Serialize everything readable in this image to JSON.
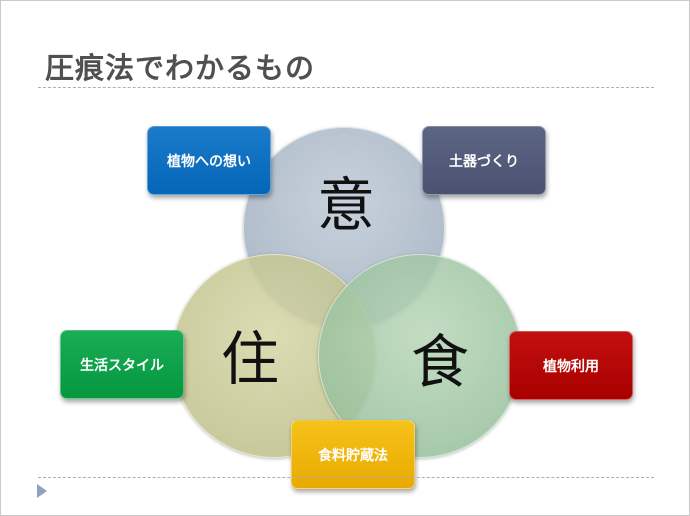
{
  "slide": {
    "title": "圧痕法でわかるもの"
  },
  "diagram": {
    "circles": [
      {
        "label": "意",
        "color": "#9fb0c2"
      },
      {
        "label": "住",
        "color": "#c8c996"
      },
      {
        "label": "食",
        "color": "#a4c9a8"
      }
    ],
    "boxes": [
      {
        "label": "植物への想い",
        "color": "#0565b6"
      },
      {
        "label": "土器づくり",
        "color": "#4a5171"
      },
      {
        "label": "生活スタイル",
        "color": "#06973f"
      },
      {
        "label": "植物利用",
        "color": "#a80000"
      },
      {
        "label": "食料貯蔵法",
        "color": "#eaaa00"
      }
    ]
  }
}
